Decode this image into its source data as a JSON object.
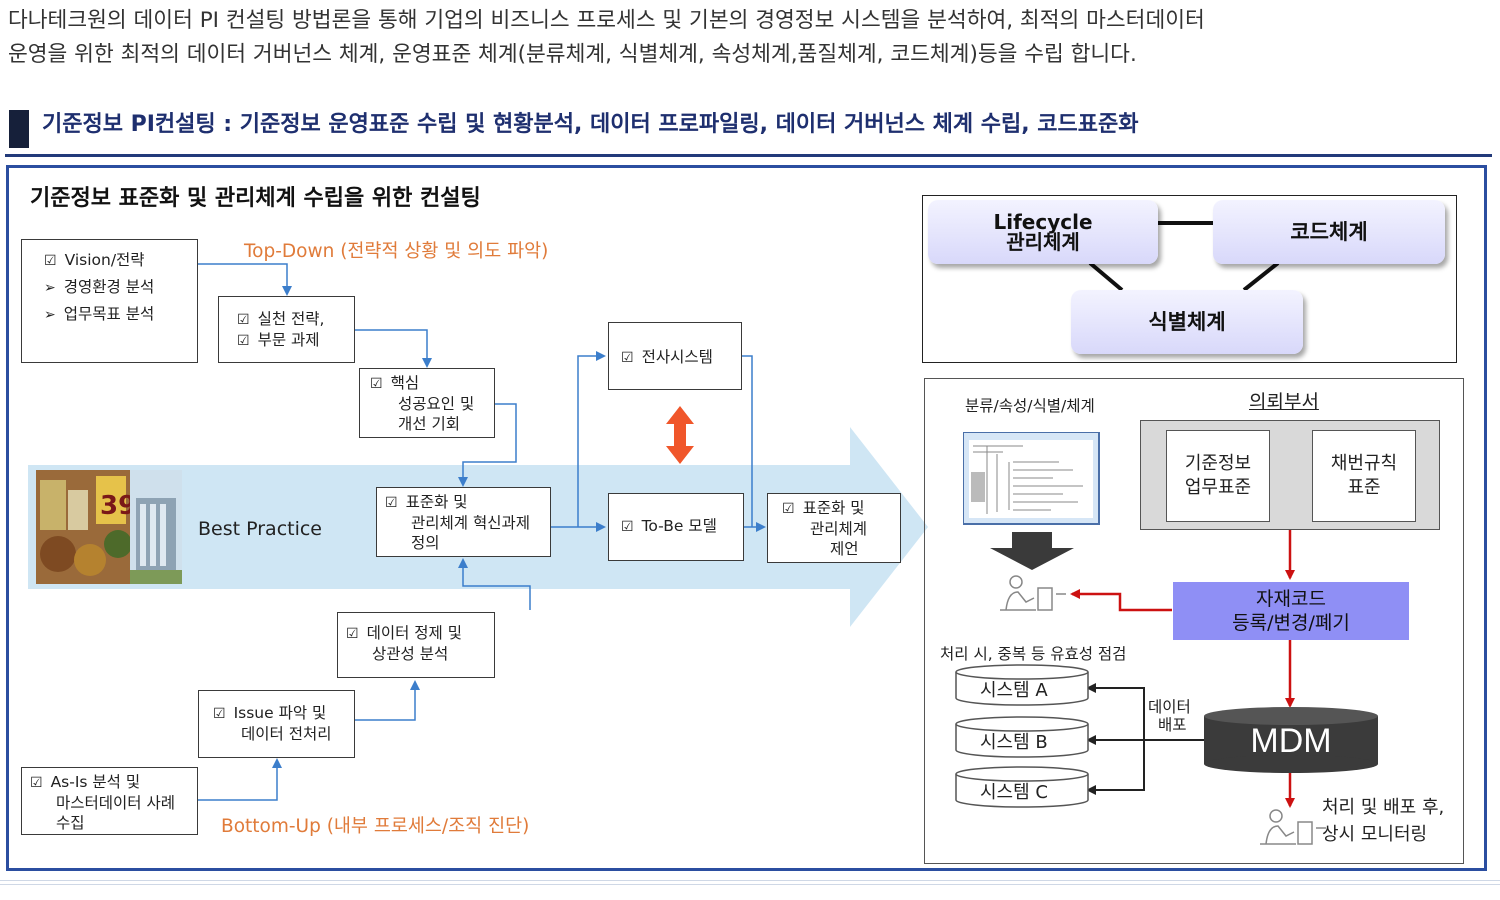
{
  "intro": {
    "line1": "다나테크원의 데이터 PI 컨설팅 방법론을 통해 기업의 비즈니스 프로세스 및 기본의 경영정보 시스템을 분석하여, 최적의 마스터데이터",
    "line2": "운영을 위한 최적의 데이터 거버넌스 체계, 운영표준 체계(분류체계, 식별체계, 속성체계,품질체계, 코드체계)등을 수립 합니다."
  },
  "section_title": "기준정보 PI컨설팅 : 기준정보 운영표준 수립 및 현황분석, 데이터 프로파일링, 데이터 거버넌스 체계 수립, 코드표준화",
  "diagram": {
    "title": "기준정보 표준화 및 관리체계  수립을 위한 컨설팅",
    "top_down": "Top-Down (전략적 상황 및 의도 파악)",
    "bottom_up": "Bottom-Up (내부 프로세스/조직 진단)",
    "best_practice": "Best Practice",
    "checkbox_glyph": "☑",
    "bullet_glyph": "➢",
    "vision": {
      "l1": "Vision/전략",
      "l2": "경영환경 분석",
      "l3": "업무목표 분석"
    },
    "practice": {
      "l1": "실천 전략,",
      "l2": "부문 과제"
    },
    "csf": {
      "l1": "핵심",
      "l2": "성공요인 및",
      "l3": "개선 기회"
    },
    "standard": {
      "l1": "표준화 및",
      "l2": "관리체계 혁신과제",
      "l3": "정의"
    },
    "enterprise": {
      "l1": "전사시스템"
    },
    "tobe": {
      "l1": "To-Be 모델"
    },
    "proposal": {
      "l1": "표준화 및",
      "l2": "관리체계",
      "l3": "제언"
    },
    "cleansing": {
      "l1": "데이터 정제 및",
      "l2": "상관성 분석"
    },
    "issue": {
      "l1": "Issue 파악 및",
      "l2": "데이터 전처리"
    },
    "asis": {
      "l1": "As-Is 분석 및",
      "l2": "마스터데이터 사례",
      "l3": "수집"
    }
  },
  "systems_panel": {
    "lifecycle_1": "Lifecycle",
    "lifecycle_2": "관리체계",
    "code": "코드체계",
    "ident": "식별체계"
  },
  "flow_panel": {
    "classification": "분류/속성/식별/체계",
    "dept": "의뢰부서",
    "dept_card1_l1": "기준정보",
    "dept_card1_l2": "업무표준",
    "dept_card2_l1": "채번규칙",
    "dept_card2_l2": "표준",
    "code_l1": "자재코드",
    "code_l2": "등록/변경/폐기",
    "check_note": "처리 시, 중복 등 유효성 점검",
    "distribution_l1": "데이터",
    "distribution_l2": "배포",
    "systems": [
      "시스템 A",
      "시스템 B",
      "시스템 C"
    ],
    "mdm": "MDM",
    "monitor_l1": "처리 및 배포 후,",
    "monitor_l2": "상시 모니터링"
  },
  "colors": {
    "section_title": "#1e2f6f",
    "frame_border": "#2b4ea0",
    "orange_label": "#e07b3a",
    "band": "#cfe6f4",
    "connector": "#3c7ecb",
    "double_arrow": "#f0562a",
    "pill": "#dcdcfa",
    "code_box": "#8f8ff5",
    "mdm": "#3b3b3b",
    "red_arrow": "#cc1111"
  }
}
